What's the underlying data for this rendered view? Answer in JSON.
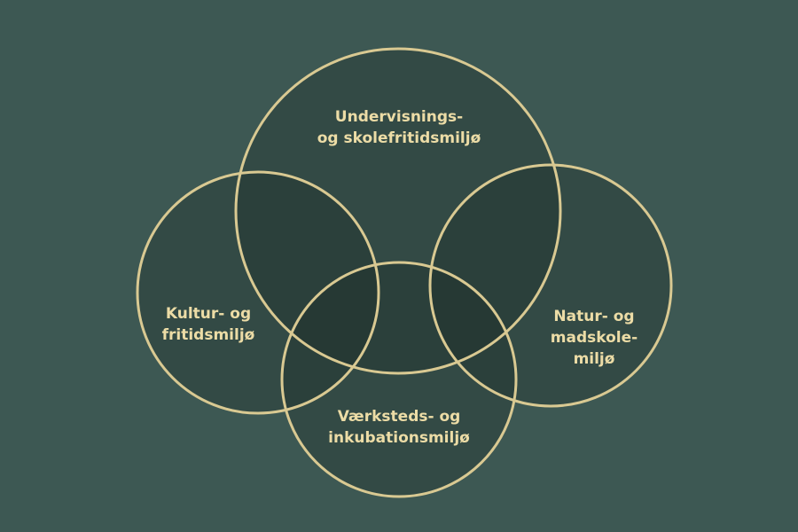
{
  "colors": {
    "background": "#3d5853",
    "circle_fill": "#1a2723",
    "stroke": "#d9c992",
    "label": "#ecdca6"
  },
  "circles": {
    "top": {
      "lines": [
        "Undervisnings-",
        "og skolefritidsmiljø"
      ]
    },
    "left": {
      "lines": [
        "Kultur- og",
        "fritidsmiljø"
      ]
    },
    "right": {
      "lines": [
        "Natur- og",
        "madskole-",
        "miljø"
      ]
    },
    "bottom": {
      "lines": [
        "Værksteds- og",
        "inkubationsmiljø"
      ]
    }
  }
}
